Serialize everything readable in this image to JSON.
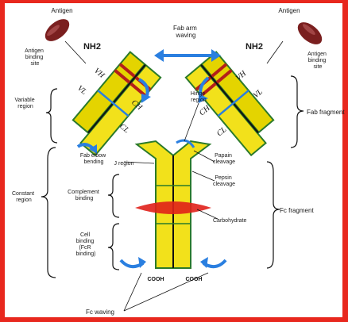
{
  "labels": {
    "antigen_left": "Antigen",
    "antigen_right": "Antigen",
    "fab_arm_waving": "Fab arm\nwaving",
    "nh2_left": "NH2",
    "nh2_right": "NH2",
    "antigen_binding_site_left": "Antigen\nbinding\nsite",
    "antigen_binding_site_right": "Antigen\nbinding\nsite",
    "variable_region": "Variable\nregion",
    "hinge_region": "Hinge\nregion",
    "fab_fragment": "Fab fragment",
    "fab_elbow_bending": "Fab elbow\nbending",
    "j_region": "J region",
    "papain_cleavage": "Papain\ncleavage",
    "pepsin_cleavage": "Pepsin\ncleavage",
    "constant_region": "Constant\nregion",
    "complement_binding": "Complement\nbinding",
    "carbohydrate": "Carbohydrate",
    "fc_fragment": "Fc fragment",
    "cell_binding": "Cell\nbinding\n(FcR\nbinding)",
    "cooh_left": "COOH",
    "cooh_right": "COOH",
    "fc_waving": "Fc waving"
  },
  "domains": {
    "vh": "VH",
    "vl": "VL",
    "ch": "CH",
    "cl": "CL"
  },
  "colors": {
    "background_border": "#e8281e",
    "panel": "#ffffff",
    "heavy_chain": "#f2e11b",
    "light_chain": "#e4d400",
    "outline": "#2b7a2b",
    "antigen": "#7a1f1f",
    "motion_arrow": "#2a7fe0",
    "disulfide": "#b3201a",
    "carbohydrate": "#e0201a"
  }
}
